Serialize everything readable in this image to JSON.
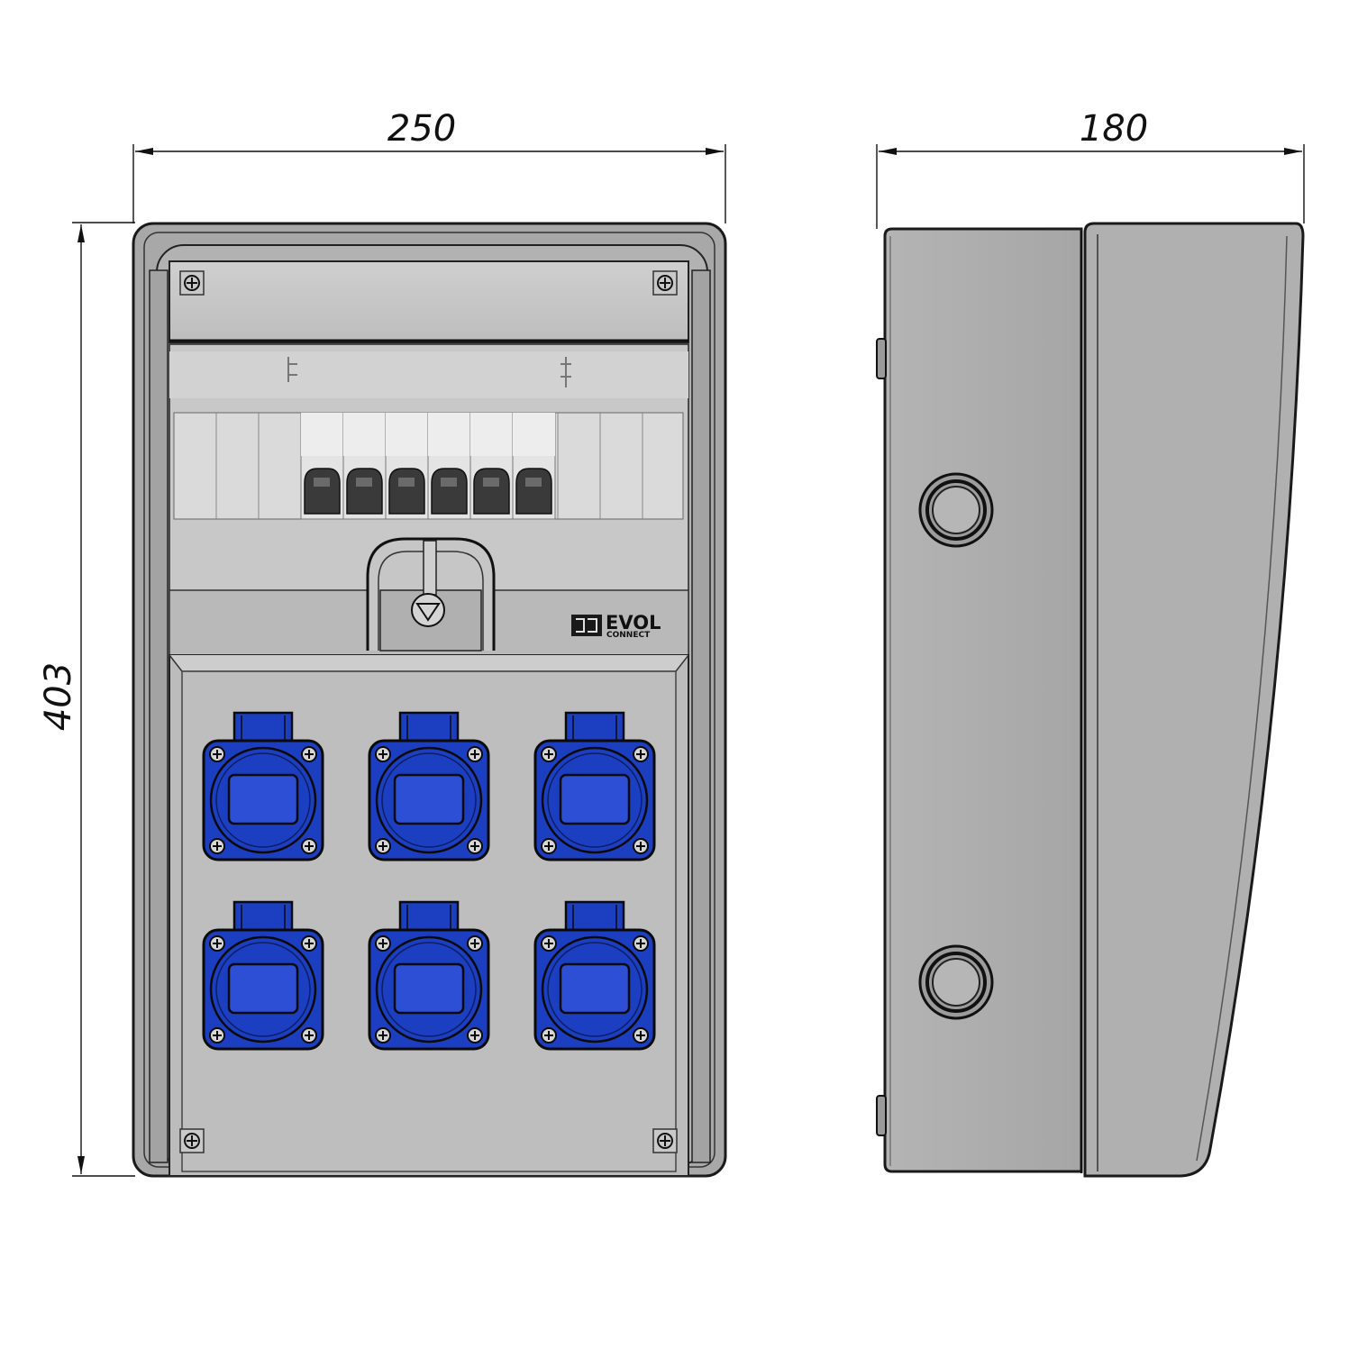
{
  "dimensions": {
    "front_width": "250",
    "front_height": "403",
    "side_depth": "180"
  },
  "brand": {
    "name": "EVOL",
    "sub": "CONNECT"
  },
  "sockets": {
    "count": 6,
    "rows": 2,
    "cols": 3,
    "color": "#1b3fc0"
  },
  "breakers": {
    "count": 6
  },
  "colors": {
    "body": "#a9a9a9",
    "panel": "#bebebe",
    "socket": "#1b3fc0",
    "socket_window": "#2c4fd6"
  }
}
